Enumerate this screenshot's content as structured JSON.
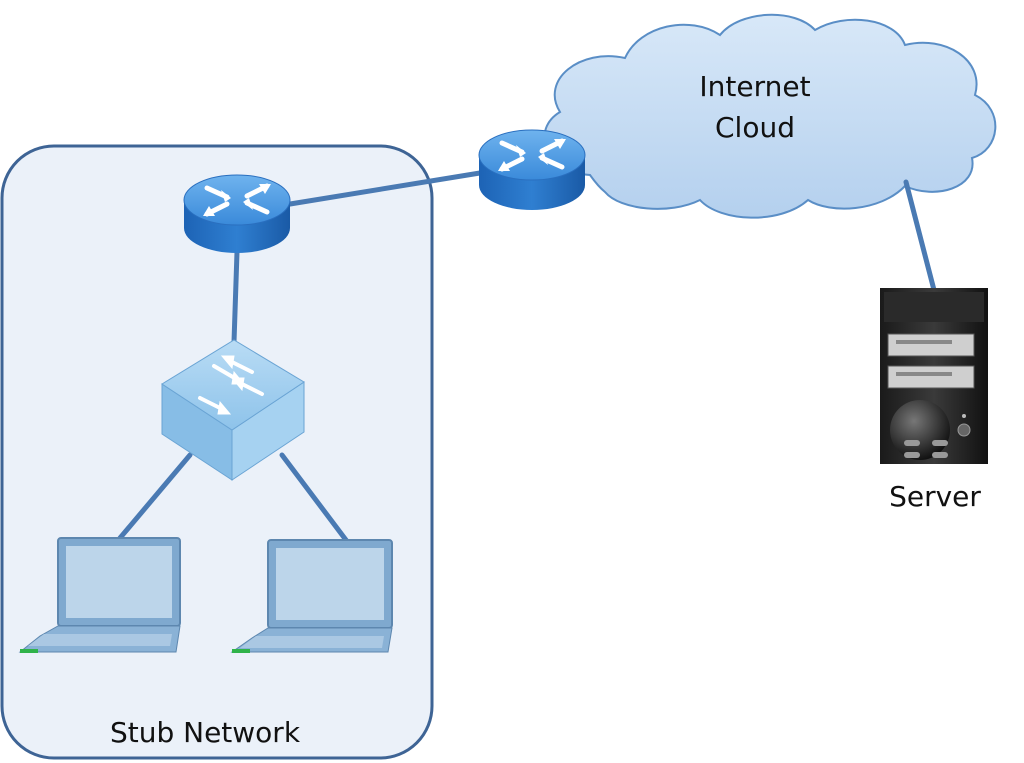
{
  "labels": {
    "cloud_line1": "Internet",
    "cloud_line2": "Cloud",
    "server": "Server",
    "stub": "Stub Network"
  },
  "colors": {
    "link": "#4a7ab3",
    "router": "#2f7fd1",
    "cloud_fill": "#c6dcf3",
    "cloud_stroke": "#5a8ec6",
    "stub_fill": "#ebf1f9",
    "stub_stroke": "#3e6495"
  },
  "icons": [
    "router-icon",
    "switch-icon",
    "laptop-icon",
    "server-icon",
    "cloud-icon"
  ]
}
